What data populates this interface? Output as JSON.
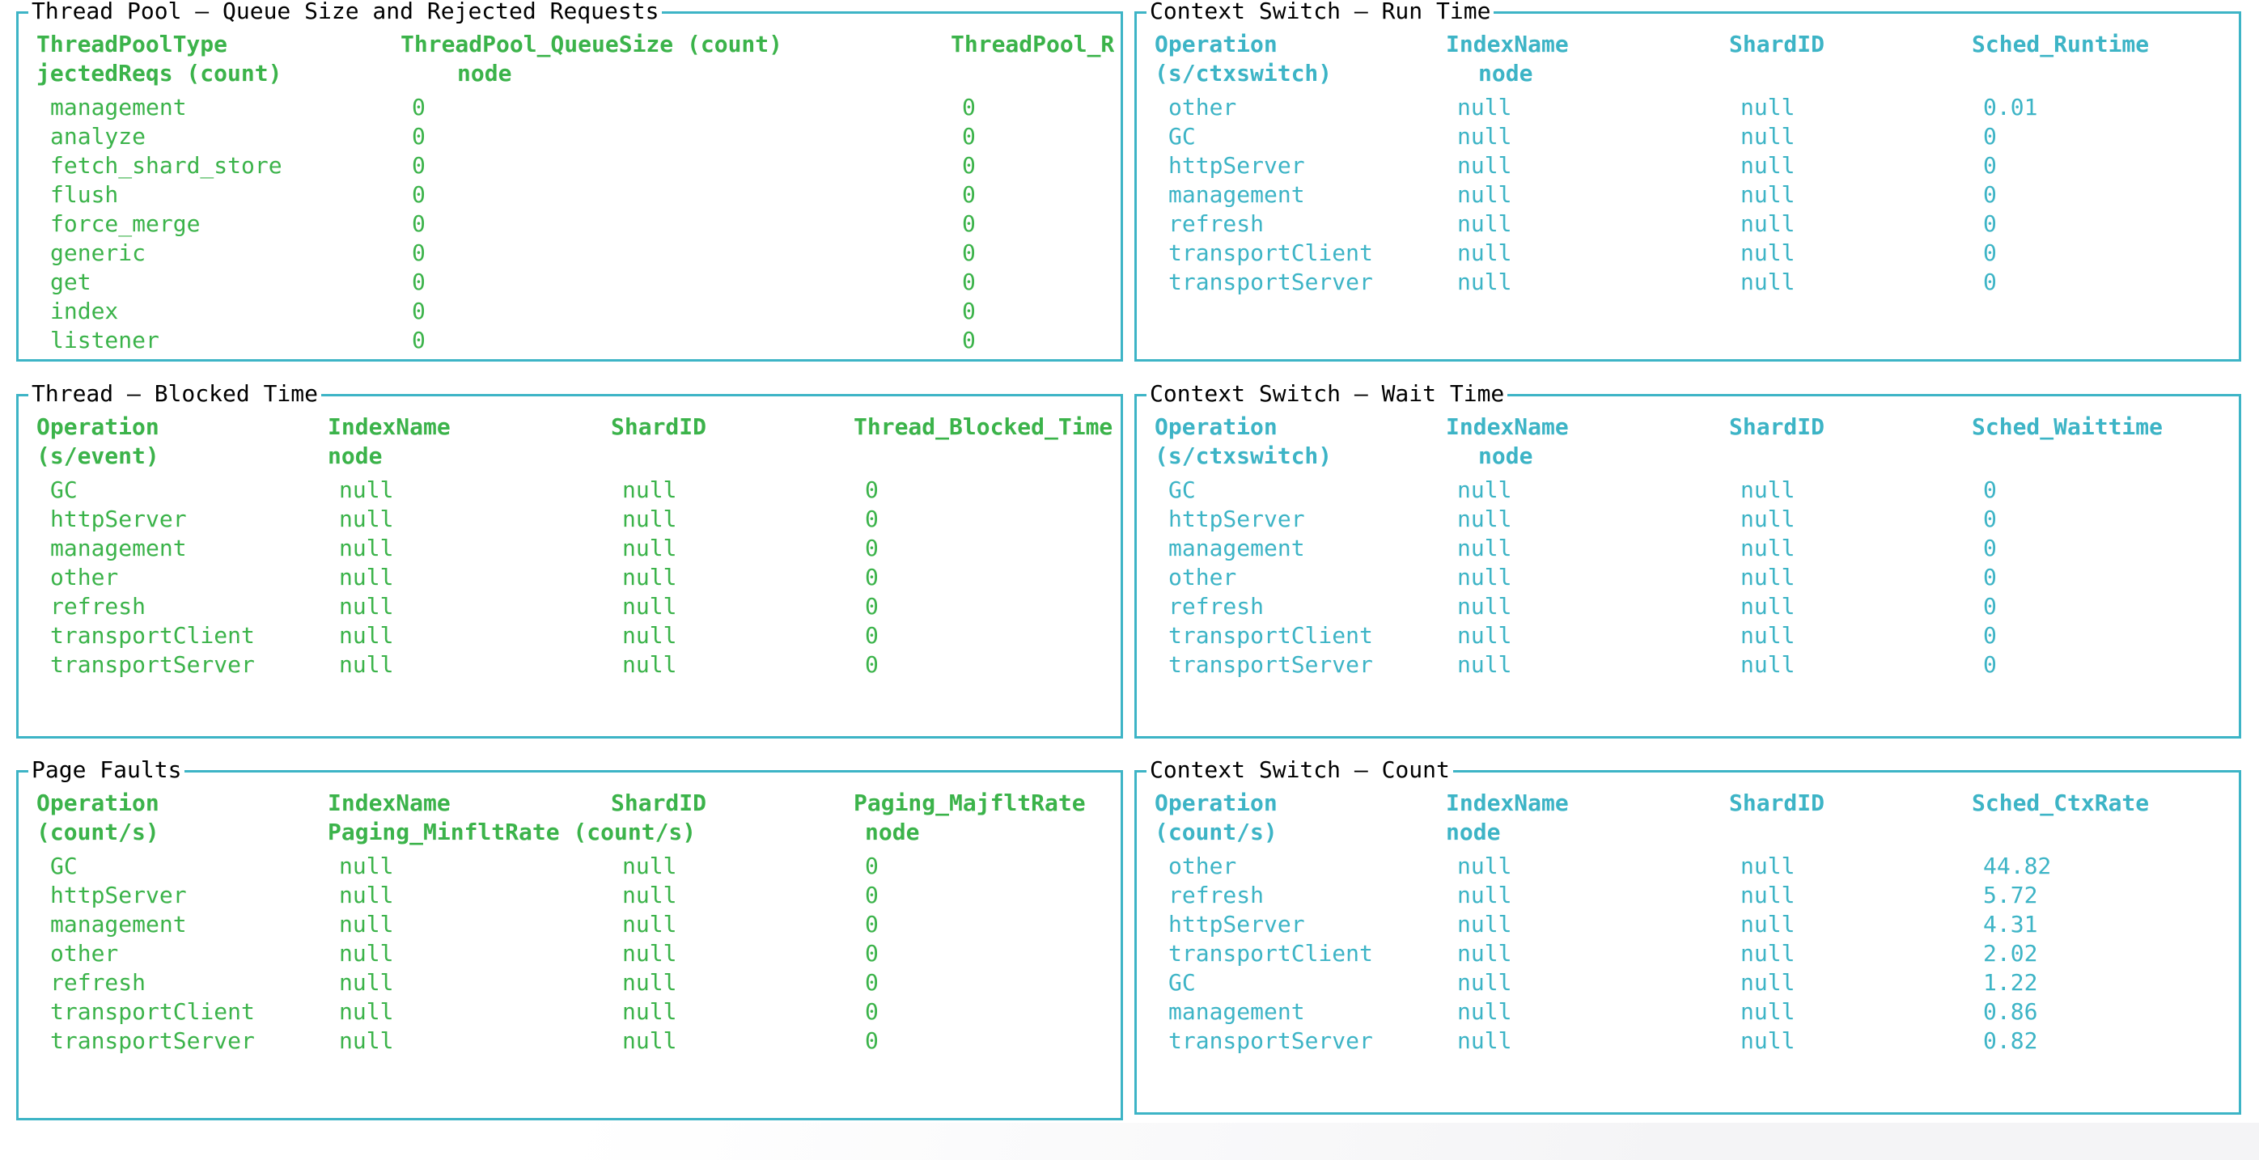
{
  "colors": {
    "green": "#3bb34a",
    "cyan": "#3db4c6",
    "titletext": "#000000",
    "background": "#ffffff"
  },
  "panels": [
    {
      "title": "Thread Pool — Queue Size and Rejected Requests",
      "header_line1": [
        "ThreadPoolType",
        "ThreadPool_QueueSize (count)",
        "ThreadPool_Re"
      ],
      "header_line2": [
        "jectedReqs (count)",
        "node"
      ],
      "rows": [
        [
          "management",
          "0",
          "0"
        ],
        [
          "analyze",
          "0",
          "0"
        ],
        [
          "fetch_shard_store",
          "0",
          "0"
        ],
        [
          "flush",
          "0",
          "0"
        ],
        [
          "force_merge",
          "0",
          "0"
        ],
        [
          "generic",
          "0",
          "0"
        ],
        [
          "get",
          "0",
          "0"
        ],
        [
          "index",
          "0",
          "0"
        ],
        [
          "listener",
          "0",
          "0"
        ]
      ]
    },
    {
      "title": "Context Switch — Run Time",
      "header_line1": [
        "Operation",
        "IndexName",
        "ShardID",
        "Sched_Runtime"
      ],
      "header_line2": [
        "(s/ctxswitch)",
        "node"
      ],
      "rows": [
        [
          "other",
          "null",
          "null",
          "0.01"
        ],
        [
          "GC",
          "null",
          "null",
          "0"
        ],
        [
          "httpServer",
          "null",
          "null",
          "0"
        ],
        [
          "management",
          "null",
          "null",
          "0"
        ],
        [
          "refresh",
          "null",
          "null",
          "0"
        ],
        [
          "transportClient",
          "null",
          "null",
          "0"
        ],
        [
          "transportServer",
          "null",
          "null",
          "0"
        ]
      ]
    },
    {
      "title": "Thread — Blocked Time",
      "header_line1": [
        "Operation",
        "IndexName",
        "ShardID",
        "Thread_Blocked_Time"
      ],
      "header_line2": [
        "(s/event)",
        "node"
      ],
      "rows": [
        [
          "GC",
          "null",
          "null",
          "0"
        ],
        [
          "httpServer",
          "null",
          "null",
          "0"
        ],
        [
          "management",
          "null",
          "null",
          "0"
        ],
        [
          "other",
          "null",
          "null",
          "0"
        ],
        [
          "refresh",
          "null",
          "null",
          "0"
        ],
        [
          "transportClient",
          "null",
          "null",
          "0"
        ],
        [
          "transportServer",
          "null",
          "null",
          "0"
        ]
      ]
    },
    {
      "title": "Context Switch — Wait Time",
      "header_line1": [
        "Operation",
        "IndexName",
        "ShardID",
        "Sched_Waittime"
      ],
      "header_line2": [
        "(s/ctxswitch)",
        "node"
      ],
      "rows": [
        [
          "GC",
          "null",
          "null",
          "0"
        ],
        [
          "httpServer",
          "null",
          "null",
          "0"
        ],
        [
          "management",
          "null",
          "null",
          "0"
        ],
        [
          "other",
          "null",
          "null",
          "0"
        ],
        [
          "refresh",
          "null",
          "null",
          "0"
        ],
        [
          "transportClient",
          "null",
          "null",
          "0"
        ],
        [
          "transportServer",
          "null",
          "null",
          "0"
        ]
      ]
    },
    {
      "title": "Page Faults",
      "header_line1": [
        "Operation",
        "IndexName",
        "ShardID",
        "Paging_MajfltRate"
      ],
      "header_line2": [
        "(count/s)",
        "Paging_MinfltRate (count/s)",
        "node"
      ],
      "rows": [
        [
          "GC",
          "null",
          "null",
          "0"
        ],
        [
          "httpServer",
          "null",
          "null",
          "0"
        ],
        [
          "management",
          "null",
          "null",
          "0"
        ],
        [
          "other",
          "null",
          "null",
          "0"
        ],
        [
          "refresh",
          "null",
          "null",
          "0"
        ],
        [
          "transportClient",
          "null",
          "null",
          "0"
        ],
        [
          "transportServer",
          "null",
          "null",
          "0"
        ]
      ]
    },
    {
      "title": "Context Switch — Count",
      "header_line1": [
        "Operation",
        "IndexName",
        "ShardID",
        "Sched_CtxRate"
      ],
      "header_line2": [
        "(count/s)",
        "node"
      ],
      "rows": [
        [
          "other",
          "null",
          "null",
          "44.82"
        ],
        [
          "refresh",
          "null",
          "null",
          "5.72"
        ],
        [
          "httpServer",
          "null",
          "null",
          "4.31"
        ],
        [
          "transportClient",
          "null",
          "null",
          "2.02"
        ],
        [
          "GC",
          "null",
          "null",
          "1.22"
        ],
        [
          "management",
          "null",
          "null",
          "0.86"
        ],
        [
          "transportServer",
          "null",
          "null",
          "0.82"
        ]
      ]
    }
  ]
}
